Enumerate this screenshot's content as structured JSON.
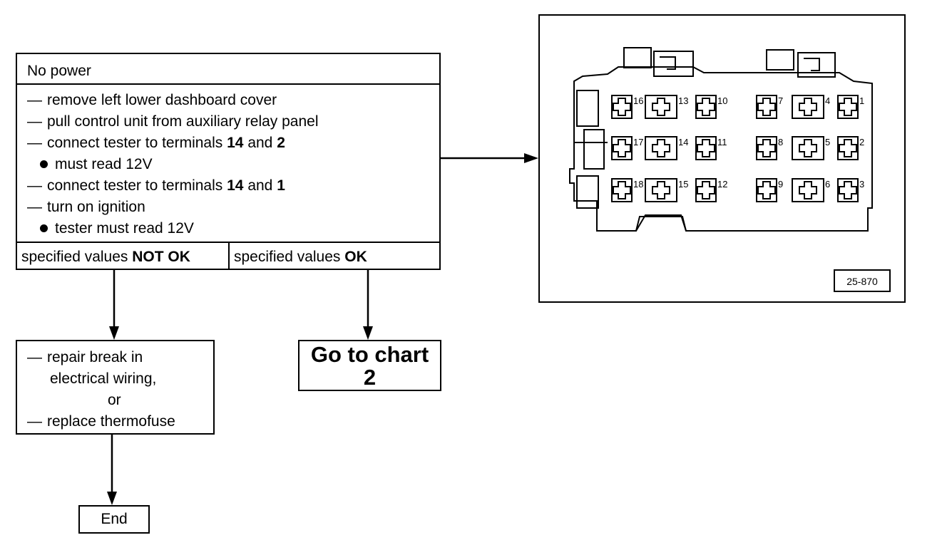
{
  "main_box": {
    "title": "No power",
    "steps": [
      {
        "type": "dash",
        "text": "remove left lower dashboard cover"
      },
      {
        "type": "dash",
        "text": "pull control unit from auxiliary relay panel"
      },
      {
        "type": "dash",
        "pre": "connect tester to terminals ",
        "b1": "14",
        "mid": " and ",
        "b2": "2"
      },
      {
        "type": "bullet",
        "text": "must read 12V"
      },
      {
        "type": "dash",
        "pre": "connect tester to terminals ",
        "b1": "14",
        "mid": " and ",
        "b2": "1"
      },
      {
        "type": "dash",
        "text": "turn on ignition"
      },
      {
        "type": "bullet",
        "text": "tester must read 12V"
      }
    ],
    "outcome_not_ok": {
      "pre": "specified values ",
      "bold": "NOT OK"
    },
    "outcome_ok": {
      "pre": "specified values ",
      "bold": "OK"
    }
  },
  "repair_box": {
    "line1": "repair break in",
    "line2": "electrical wiring,",
    "line3": "or",
    "line4": "replace thermofuse"
  },
  "goto_box": {
    "line1": "Go to chart",
    "line2": "2"
  },
  "end_box": {
    "label": "End"
  },
  "figure": {
    "ref": "25-870",
    "terminal_numbers": [
      "16",
      "13",
      "10",
      "7",
      "4",
      "1",
      "17",
      "14",
      "11",
      "8",
      "5",
      "2",
      "18",
      "15",
      "12",
      "9",
      "6",
      "3"
    ]
  }
}
